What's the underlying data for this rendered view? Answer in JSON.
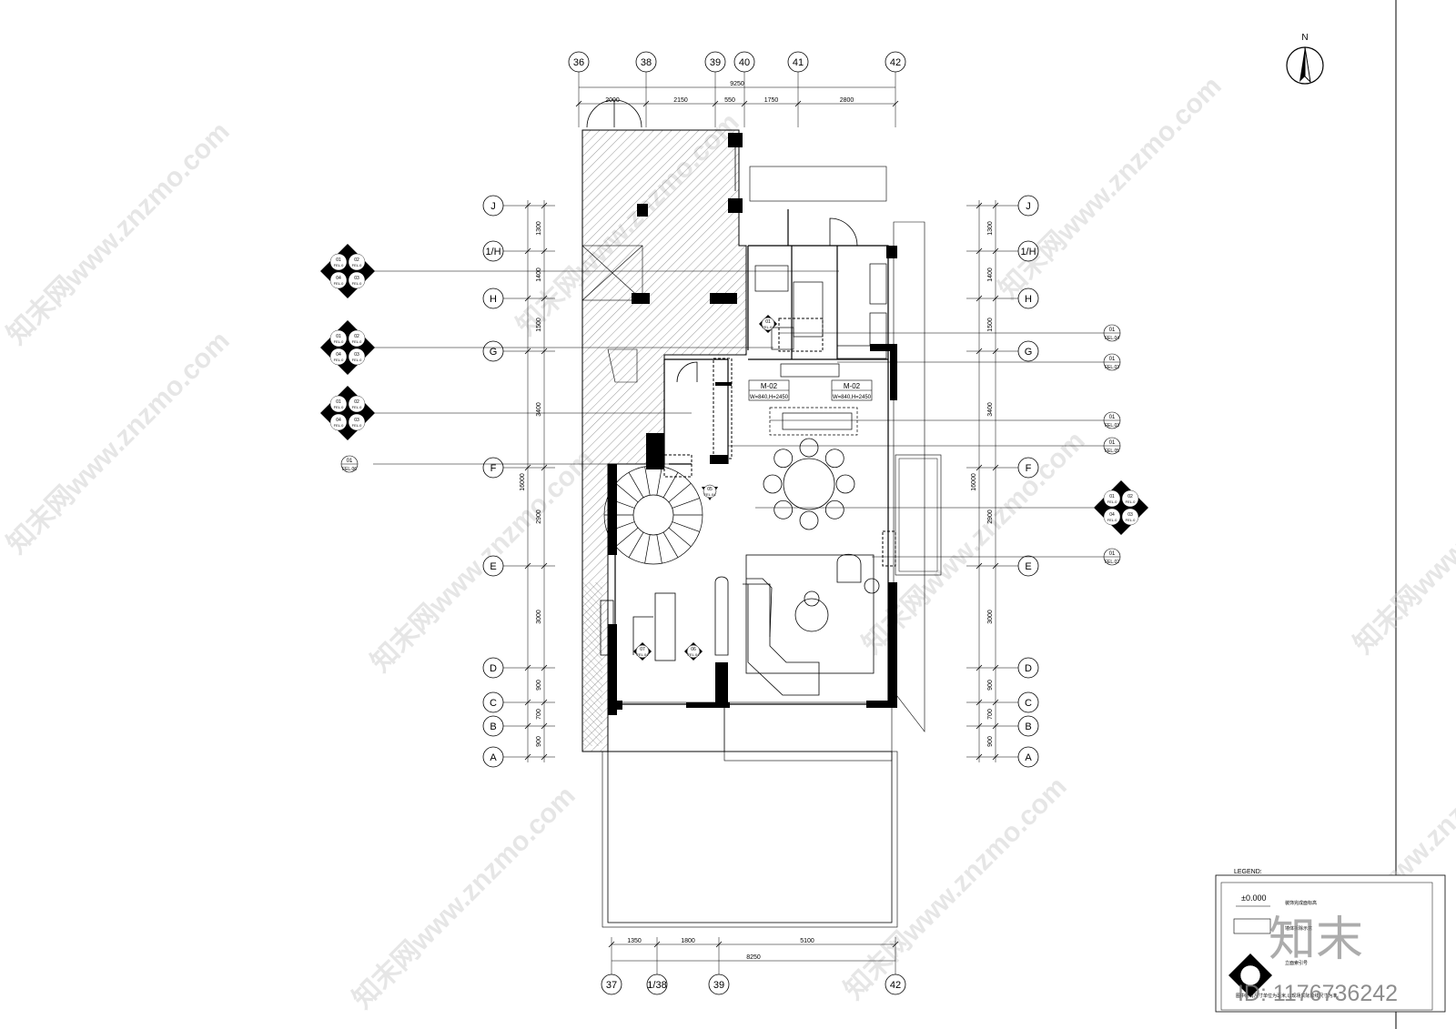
{
  "north": {
    "label": "N"
  },
  "axes_top": [
    "36",
    "38",
    "39",
    "40",
    "41",
    "42"
  ],
  "axes_bottom": [
    "37",
    "1/38",
    "39",
    "42"
  ],
  "axes_rows": [
    "J",
    "1/H",
    "H",
    "G",
    "F",
    "E",
    "D",
    "C",
    "B",
    "A"
  ],
  "dims_top": {
    "total": "9250",
    "segments": [
      "2000",
      "2150",
      "550",
      "1750",
      "2800"
    ]
  },
  "dims_bottom": {
    "total": "8250",
    "segments": [
      "1350",
      "1800",
      "5100"
    ]
  },
  "dims_left": {
    "total": "16000",
    "segments": [
      "1300",
      "1400",
      "1500",
      "3400",
      "2900",
      "3000",
      "900",
      "700",
      "900"
    ]
  },
  "dims_right": {
    "total": "16000",
    "segments": [
      "1300",
      "1400",
      "1500",
      "3400",
      "2900",
      "3000",
      "900",
      "700",
      "900"
    ]
  },
  "doors": [
    {
      "code": "M-02",
      "size": "W=840,H=2450"
    },
    {
      "code": "M-02",
      "size": "W=840,H=2450"
    }
  ],
  "elev_tags_right": [
    {
      "num": "01",
      "ref": "FEL.04"
    },
    {
      "num": "01",
      "ref": "FEL.03"
    },
    {
      "num": "01",
      "ref": "FEL.03"
    },
    {
      "num": "01",
      "ref": "FEL.05"
    },
    {
      "num": "01",
      "ref": "FEL.02"
    }
  ],
  "elev_tag_left": {
    "num": "01",
    "ref": "FEL.06"
  },
  "inner_tags": [
    {
      "num": "01",
      "ref": "FEL.04"
    },
    {
      "num": "05",
      "ref": "FEL.04"
    },
    {
      "num": "07",
      "ref": "FEL.04"
    },
    {
      "num": "06",
      "ref": "FEL.04"
    }
  ],
  "diamond_marks": [
    "01",
    "02",
    "03",
    "04"
  ],
  "diamond_ref": "FEL.0",
  "legend": {
    "title": "LEGEND:",
    "level": "±0.000",
    "row1": "装饰完成面标高",
    "row2": "墙体拆除示意",
    "row3": "立面索引号",
    "note": "图中所有尺寸单位为毫米,以现场实际放线尺寸为准。"
  },
  "stamp": {
    "logo": "知末",
    "id": "ID: 1176736242"
  },
  "watermark": "知末网www.znzmo.com"
}
